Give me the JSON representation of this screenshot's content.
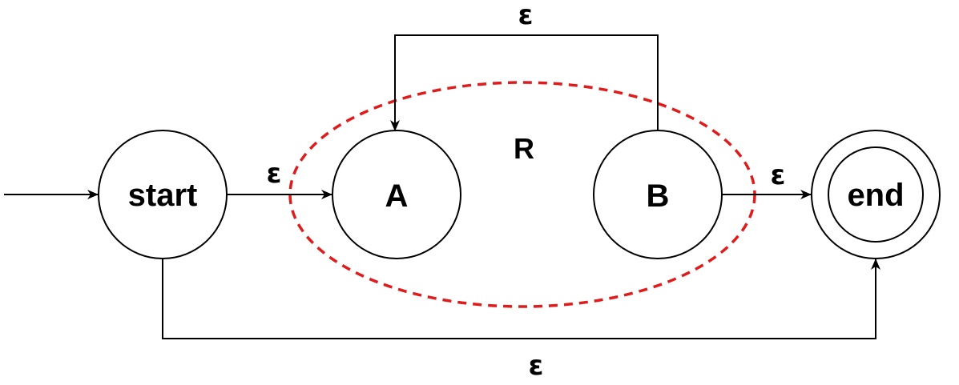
{
  "colors": {
    "stroke": "#000000",
    "region": "#e01b1b",
    "background": "#ffffff"
  },
  "states": {
    "start": {
      "label": "start"
    },
    "a": {
      "label": "A"
    },
    "b": {
      "label": "B"
    },
    "end": {
      "label": "end",
      "accepting": true
    }
  },
  "region": {
    "label": "R",
    "style": "dashed"
  },
  "edges": {
    "start_to_a": {
      "from": "start",
      "to": "A",
      "label": "ε"
    },
    "b_to_a_loop": {
      "from": "B",
      "to": "A",
      "label": "ε"
    },
    "b_to_end": {
      "from": "B",
      "to": "end",
      "label": "ε"
    },
    "start_to_end": {
      "from": "start",
      "to": "end",
      "label": "ε"
    }
  }
}
